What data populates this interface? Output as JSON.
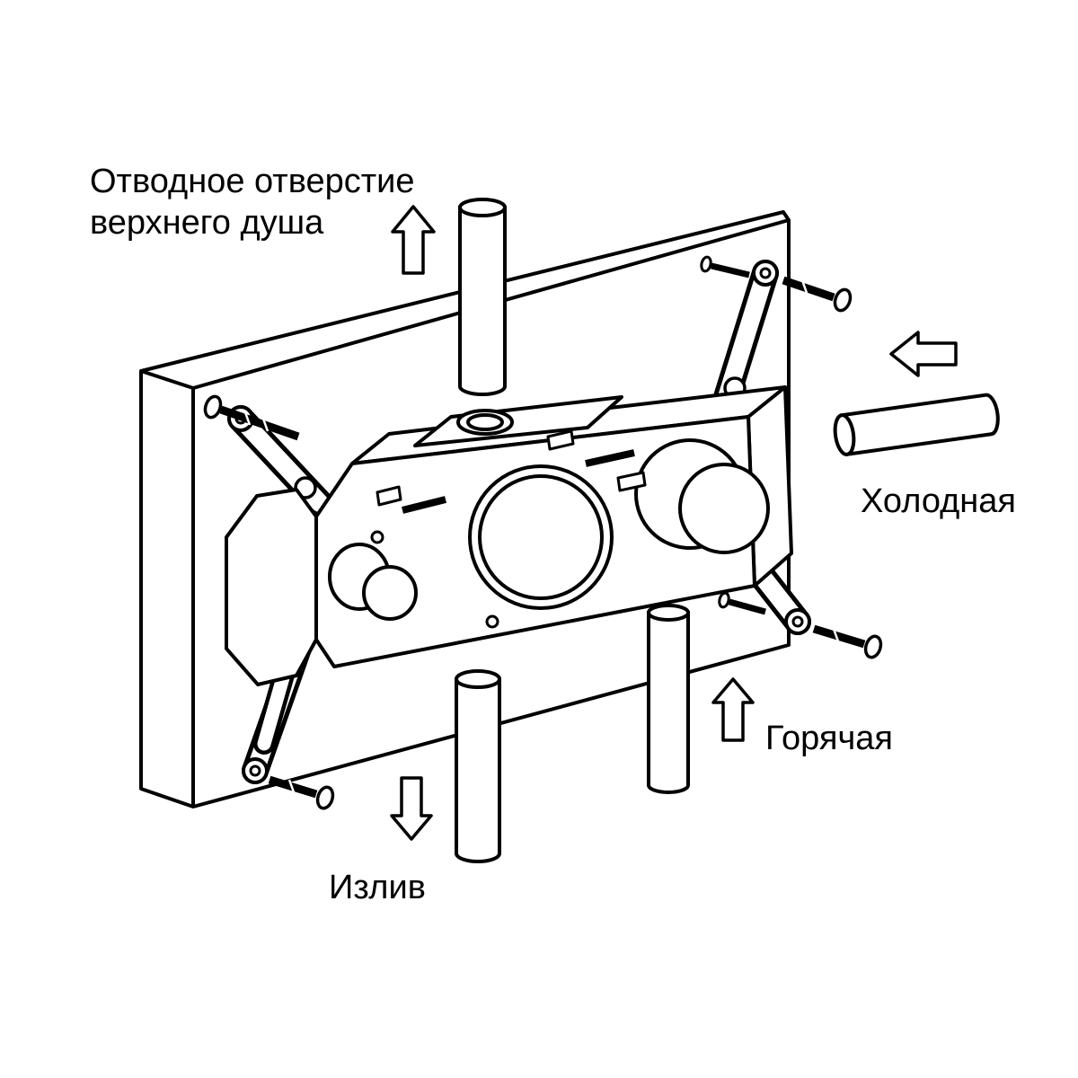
{
  "diagram": {
    "labels": {
      "shower_outlet_line1": "Отводное отверстие",
      "shower_outlet_line2": "верхнего душа",
      "cold": "Холодная",
      "hot": "Горячая",
      "spout": "Излив"
    },
    "icons": {
      "shower_outlet_arrow": "up-arrow",
      "cold_inlet_arrow": "left-arrow",
      "hot_inlet_arrow": "up-arrow",
      "spout_arrow": "down-arrow"
    },
    "colors": {
      "line": "#000000",
      "background": "#ffffff"
    }
  }
}
